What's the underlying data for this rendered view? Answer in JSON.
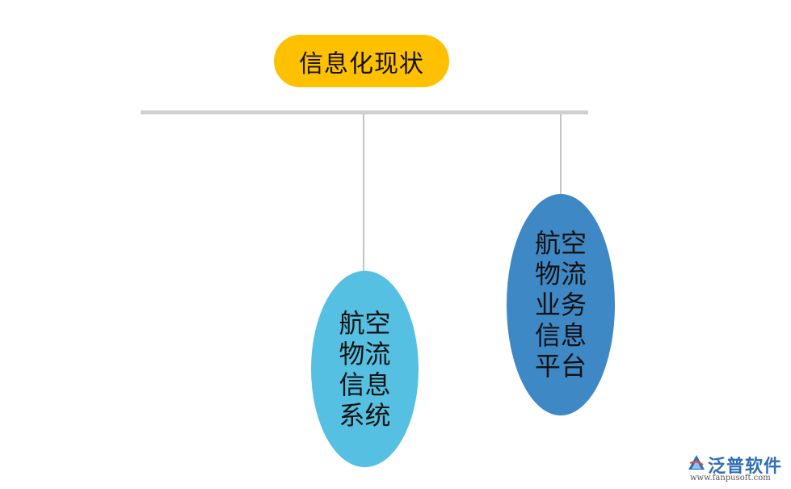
{
  "root": {
    "label": "信息化现状"
  },
  "nodes": [
    {
      "label": "航空物流信息系统",
      "color": "#55c0e1"
    },
    {
      "label": "航空物流业务信息平台",
      "color": "#3f88c6"
    }
  ],
  "root_color": "#ffc000",
  "connector_color": "#c8c8c8",
  "logo": {
    "name": "泛普软件",
    "url": "www.fanpusoft.com"
  }
}
